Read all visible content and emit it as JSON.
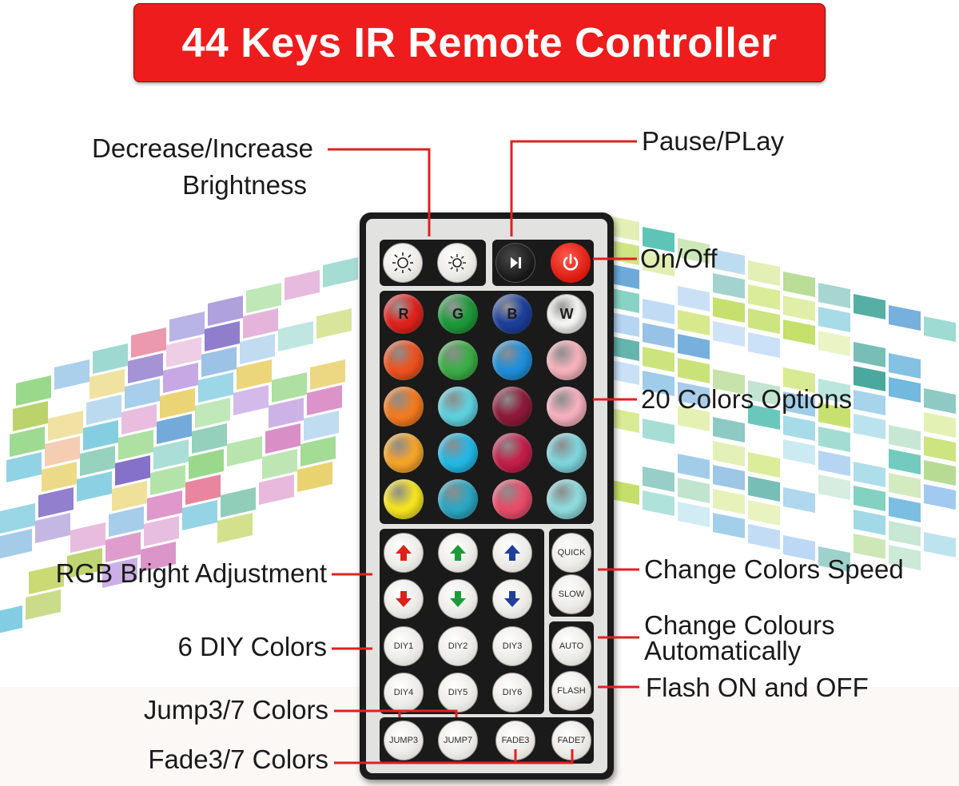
{
  "title": "44 Keys IR Remote Controller",
  "callouts": {
    "brightness_line1": "Decrease/Increase",
    "brightness_line2": "Brightness",
    "pause_play": "Pause/PLay",
    "on_off": "On/Off",
    "colors_options": "20 Colors Options",
    "rgb_bright": "RGB Bright Adjustment",
    "change_speed": "Change Colors Speed",
    "change_auto_line1": "Change Colours",
    "change_auto_line2": "Automatically",
    "diy_colors": "6 DIY Colors",
    "flash": "Flash ON and OFF",
    "jump": "Jump3/7 Colors",
    "fade": "Fade3/7 Colors"
  },
  "remote": {
    "top_buttons": [
      {
        "name": "brightness-down-icon"
      },
      {
        "name": "brightness-up-icon"
      },
      {
        "name": "play-pause-icon"
      },
      {
        "name": "power-icon"
      }
    ],
    "rgbw_labels": [
      "R",
      "G",
      "B",
      "W"
    ],
    "rgbw_colors": [
      "#e0231c",
      "#1e9a3a",
      "#1d3f9c",
      "#f7f7f5"
    ],
    "color_rows": [
      [
        "#f0521f",
        "#3cae46",
        "#1f8fdc",
        "#f7b3bd"
      ],
      [
        "#f47a1e",
        "#5fd2de",
        "#8e1a3a",
        "#f7b0c0"
      ],
      [
        "#f6a52a",
        "#23b9e6",
        "#c51f4a",
        "#7fd6de"
      ],
      [
        "#f7e61e",
        "#2aa7c2",
        "#e94c6a",
        "#8fdcdf"
      ]
    ],
    "arrow_colors": [
      "#d8231c",
      "#1d9a3a",
      "#1f3f9a"
    ],
    "diy_labels": [
      "DIY1",
      "DIY2",
      "DIY3",
      "DIY4",
      "DIY5",
      "DIY6"
    ],
    "quick": "QUICK",
    "slow": "SLOW",
    "auto": "AUTO",
    "flash": "FLASH",
    "bottom_labels": [
      "JUMP3",
      "JUMP7",
      "FADE3",
      "FADE7"
    ]
  },
  "colors": {
    "banner": "#ee1c1c",
    "callout_line": "#e02020",
    "remote_body": "#1b1b1b"
  }
}
